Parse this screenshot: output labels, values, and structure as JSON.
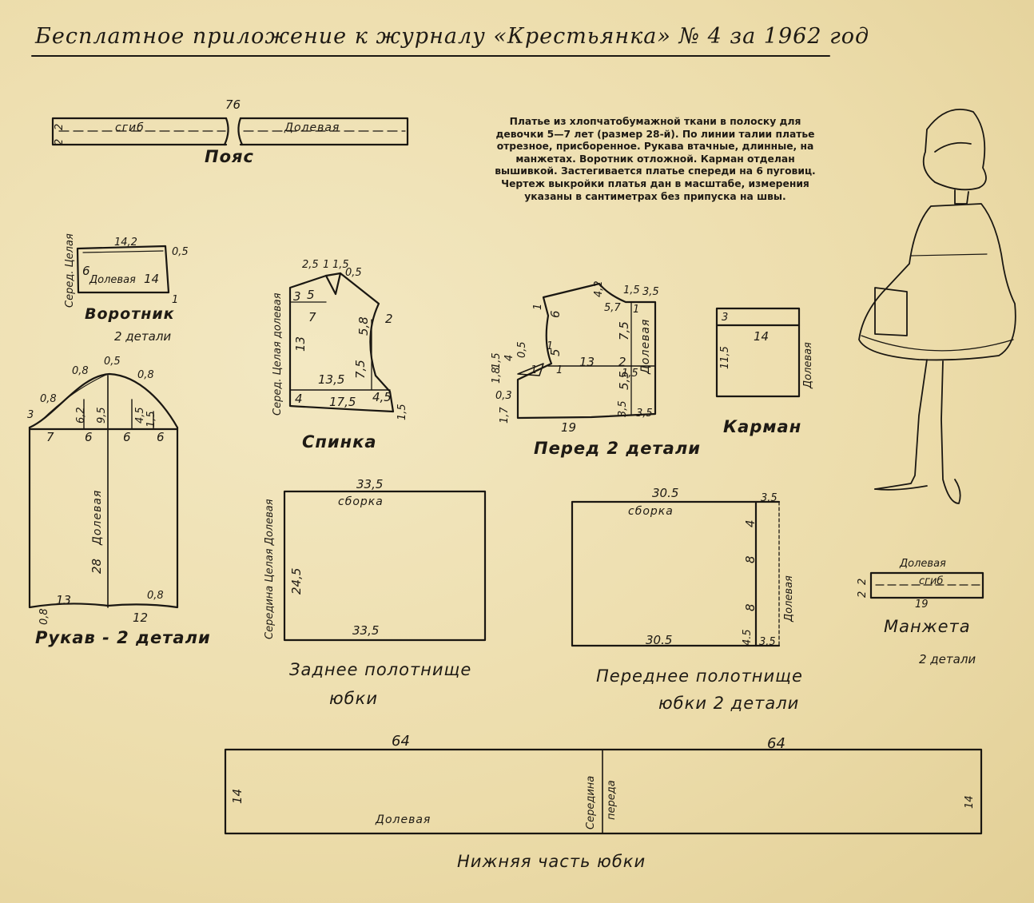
{
  "header": "Бесплатное приложение к журналу «Крестьянка» № 4 за 1962 год",
  "description": "Платье из хлопчатобумажной ткани в полоску для девочки 5—7 лет (размер 28-й). По линии талии платье отрезное, присборенное. Рукава втачные, длинные, на манжетах. Воротник отложной. Карман отделан вышивкой. Застегивается платье спереди на 6 пуговиц. Чертеж выкройки платья дан в масштабе, измерения указаны в сантиметрах без припуска на швы.",
  "belt": {
    "title": "Пояс",
    "length": "76",
    "width1": "2",
    "width2": "2",
    "fold": "сгиб",
    "grain": "Долевая"
  },
  "collar": {
    "title": "Воротник",
    "parts": "2 детали",
    "top": "14,2",
    "bottom": "14",
    "side": "6",
    "grain": "Долевая",
    "center": "Серед. Целая",
    "r1": "0,5",
    "r2": "1"
  },
  "sleeve": {
    "title": "Рукав - 2 детали",
    "cap": "0,5",
    "c1": "0,8",
    "c2": "0,8",
    "c3": "0,8",
    "c4": "3",
    "h1": "6,2",
    "h2": "9,5",
    "h3": "4,5",
    "h4": "1,5",
    "w1": "7",
    "w2": "6",
    "w3": "6",
    "w4": "6",
    "length": "28",
    "grain": "Долевая",
    "b1": "13",
    "b2": "0,8",
    "b3": "12",
    "b4": "0,8"
  },
  "back": {
    "title": "Спинка",
    "center": "Серед. Целая долевая",
    "d1": "2,5",
    "d2": "1",
    "d3": "1,5",
    "d4": "0,5",
    "d5": "3",
    "d6": "5",
    "d7": "7",
    "d8": "13",
    "d9": "5,8",
    "d10": "2",
    "d11": "7,5",
    "d12": "13,5",
    "d13": "4",
    "d14": "17,5",
    "d15": "4,5",
    "d16": "1,5"
  },
  "front": {
    "title": "Перед 2 детали",
    "grain": "Долевая",
    "d1": "4,2",
    "d2": "1,5",
    "d3": "3,5",
    "d4": "5,7",
    "d5": "1",
    "d6": "6",
    "d7": "1",
    "d8": "5",
    "d9": "1",
    "d10": "7,5",
    "d11": "13",
    "d12": "2",
    "d13": "1,5",
    "d14": "5,5",
    "d15": "3,5",
    "d16": "3,5",
    "d17": "4",
    "d18": "0,5",
    "d19": "1,8",
    "d20": "1,5",
    "d21": "0,3",
    "d22": "1",
    "d23": "1,7",
    "d24": "19",
    "d25": "1"
  },
  "pocket": {
    "title": "Карман",
    "width": "14",
    "height": "11,5",
    "hem": "3",
    "grain": "Долевая"
  },
  "back_skirt": {
    "title1": "Заднее полотнище",
    "title2": "юбки",
    "top": "33,5",
    "bottom": "33,5",
    "height": "24,5",
    "gather": "сборка",
    "center": "Середина Целая Долевая"
  },
  "front_skirt": {
    "title1": "Переднее полотнище",
    "title2": "юбки 2 детали",
    "top": "30.5",
    "bottom": "30.5",
    "gather": "сборка",
    "grain": "Долевая",
    "m1": "3.5",
    "m2": "4",
    "m3": "8",
    "m4": "8",
    "m5": "4.5",
    "m6": "3.5"
  },
  "cuff": {
    "title": "Манжета",
    "parts": "2 детали",
    "grain": "Долевая",
    "fold": "сгиб",
    "length": "19",
    "w1": "2",
    "w2": "2"
  },
  "lower_skirt": {
    "title": "Нижняя часть юбки",
    "left": "64",
    "right": "64",
    "height_l": "14",
    "height_r": "14",
    "grain": "Долевая",
    "center1": "Середина",
    "center2": "переда"
  },
  "colors": {
    "paper": "#efe2b4",
    "ink": "#1a1712"
  }
}
